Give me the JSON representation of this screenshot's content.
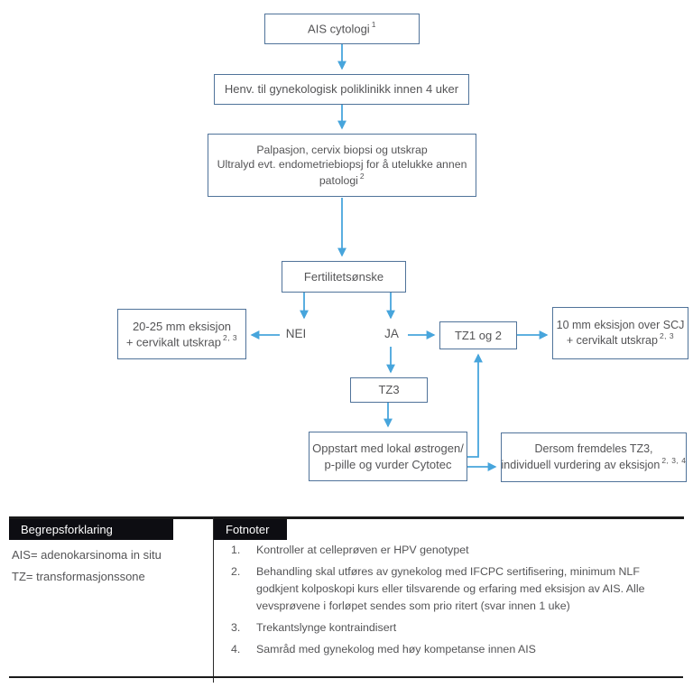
{
  "colors": {
    "arrow": "#47a5dc",
    "box_border": "#50739a",
    "box_text": "#545456",
    "header_bg": "#0d0d12",
    "header_text": "#ffffff",
    "rule": "#1a1a1a"
  },
  "flowchart": {
    "nodes": {
      "ais": {
        "label": "AIS cytologi",
        "sup": "1"
      },
      "henv": {
        "label": "Henv. til gynekologisk poliklinikk innen 4 uker"
      },
      "palpasjon": {
        "line1": "Palpasjon, cervix biopsi og utskrap",
        "line2": "Ultralyd evt. endometriebiopsj for å utelukke annen",
        "line3": "patologi",
        "sup": "2"
      },
      "fertilitet": {
        "label": "Fertilitetsønske"
      },
      "eks2025": {
        "line1": "20-25 mm eksisjon",
        "line2": "+ cervikalt utskrap",
        "sup": "2, 3"
      },
      "tz12": {
        "label": "TZ1 og 2"
      },
      "eks10": {
        "line1": "10 mm eksisjon over SCJ",
        "line2": "+ cervikalt utskrap",
        "sup": "2, 3"
      },
      "tz3": {
        "label": "TZ3"
      },
      "oppstart": {
        "line1": "Oppstart med lokal østrogen/",
        "line2": "p-pille og vurder Cytotec"
      },
      "dersom": {
        "line1": "Dersom fremdeles TZ3,",
        "line2": "individuell vurdering av eksisjon",
        "sup": "2, 3, 4"
      }
    },
    "branch": {
      "no": "NEI",
      "yes": "JA"
    }
  },
  "legend": {
    "title": "Begrepsforklaring",
    "items": [
      "AIS= adenokarsinoma in situ",
      "TZ= transformasjonssone"
    ]
  },
  "footnotes": {
    "title": "Fotnoter",
    "items": [
      {
        "num": "1.",
        "text": "Kontroller at celleprøven er HPV genotypet"
      },
      {
        "num": "2.",
        "text": "Behandling skal utføres av gynekolog med IFCPC sertifisering, minimum NLF godkjent kolposkopi kurs eller tilsvarende og erfaring med eksisjon av AIS. Alle vevsprøvene i forløpet sendes som prio ritert (svar innen 1 uke)"
      },
      {
        "num": "3.",
        "text": "Trekantslynge kontraindisert"
      },
      {
        "num": "4.",
        "text": "Samråd med gynekolog med høy kompetanse innen AIS"
      }
    ]
  }
}
